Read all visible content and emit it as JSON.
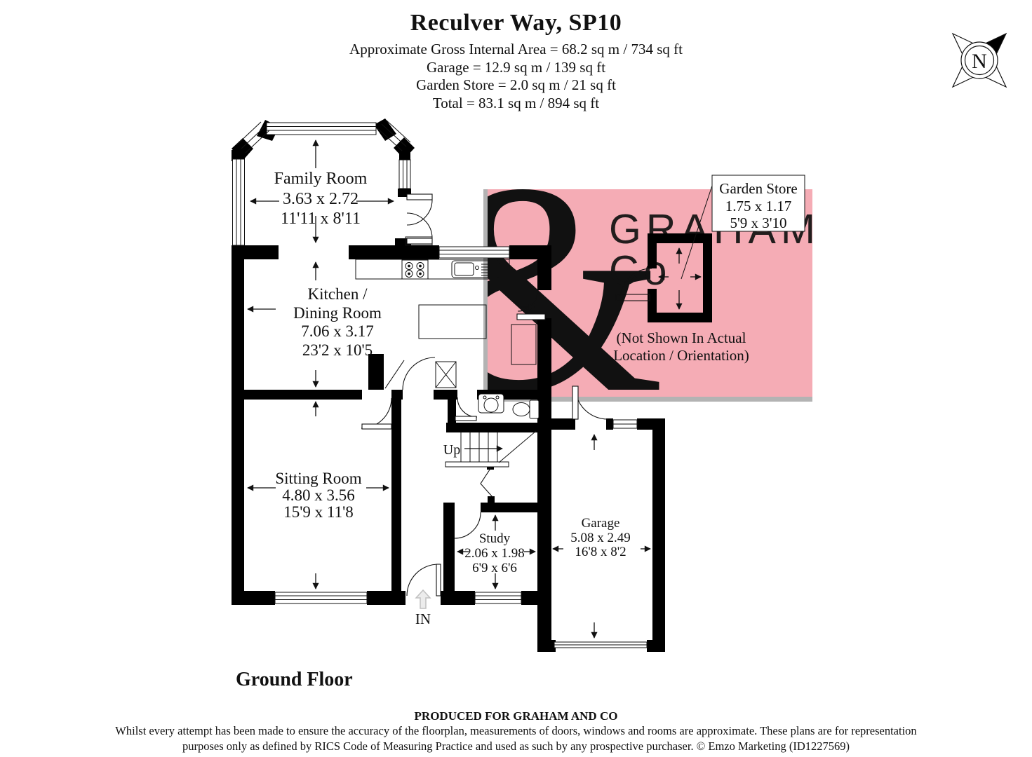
{
  "header": {
    "title": "Reculver Way, SP10",
    "line1": "Approximate Gross Internal Area = 68.2 sq m / 734 sq ft",
    "line2": "Garage = 12.9 sq m / 139 sq ft",
    "line3": "Garden Store = 2.0 sq m / 21 sq ft",
    "line4": "Total = 83.1 sq m / 894 sq ft"
  },
  "compass": {
    "north_label": "N"
  },
  "watermark": {
    "brand_line1": "GRAHAM",
    "brand_line2": "Co",
    "ampersand": "&",
    "pink": "#F5ACB5",
    "yellow": "#F8F0A6",
    "gray_border": "#B3B3B3",
    "text_white": "#FDFDFD"
  },
  "rooms": {
    "family_room": {
      "name": "Family Room",
      "metric": "3.63 x 2.72",
      "imperial": "11'11 x 8'11"
    },
    "kitchen": {
      "name_line1": "Kitchen /",
      "name_line2": "Dining Room",
      "metric": "7.06 x 3.17",
      "imperial": "23'2 x 10'5"
    },
    "sitting_room": {
      "name": "Sitting Room",
      "metric": "4.80 x 3.56",
      "imperial": "15'9 x 11'8"
    },
    "study": {
      "name": "Study",
      "metric": "2.06 x 1.98",
      "imperial": "6'9 x 6'6"
    },
    "garage": {
      "name": "Garage",
      "metric": "5.08 x 2.49",
      "imperial": "16'8 x 8'2"
    },
    "garden_store": {
      "name": "Garden Store",
      "metric": "1.75 x 1.17",
      "imperial": "5'9 x 3'10",
      "note_line1": "(Not Shown In Actual",
      "note_line2": "Location / Orientation)"
    }
  },
  "annotations": {
    "stairs": "Up",
    "entrance": "IN",
    "floor": "Ground Floor"
  },
  "footer": {
    "produced_for": "PRODUCED FOR GRAHAM AND CO",
    "disclaimer_line1": "Whilst every attempt has been made to ensure the accuracy of the floorplan, measurements of doors, windows and rooms are approximate. These plans are for representation",
    "disclaimer_line2": "purposes only as defined by RICS Code of Measuring Practice and used as such by any prospective purchaser. © Emzo Marketing (ID1227569)"
  }
}
